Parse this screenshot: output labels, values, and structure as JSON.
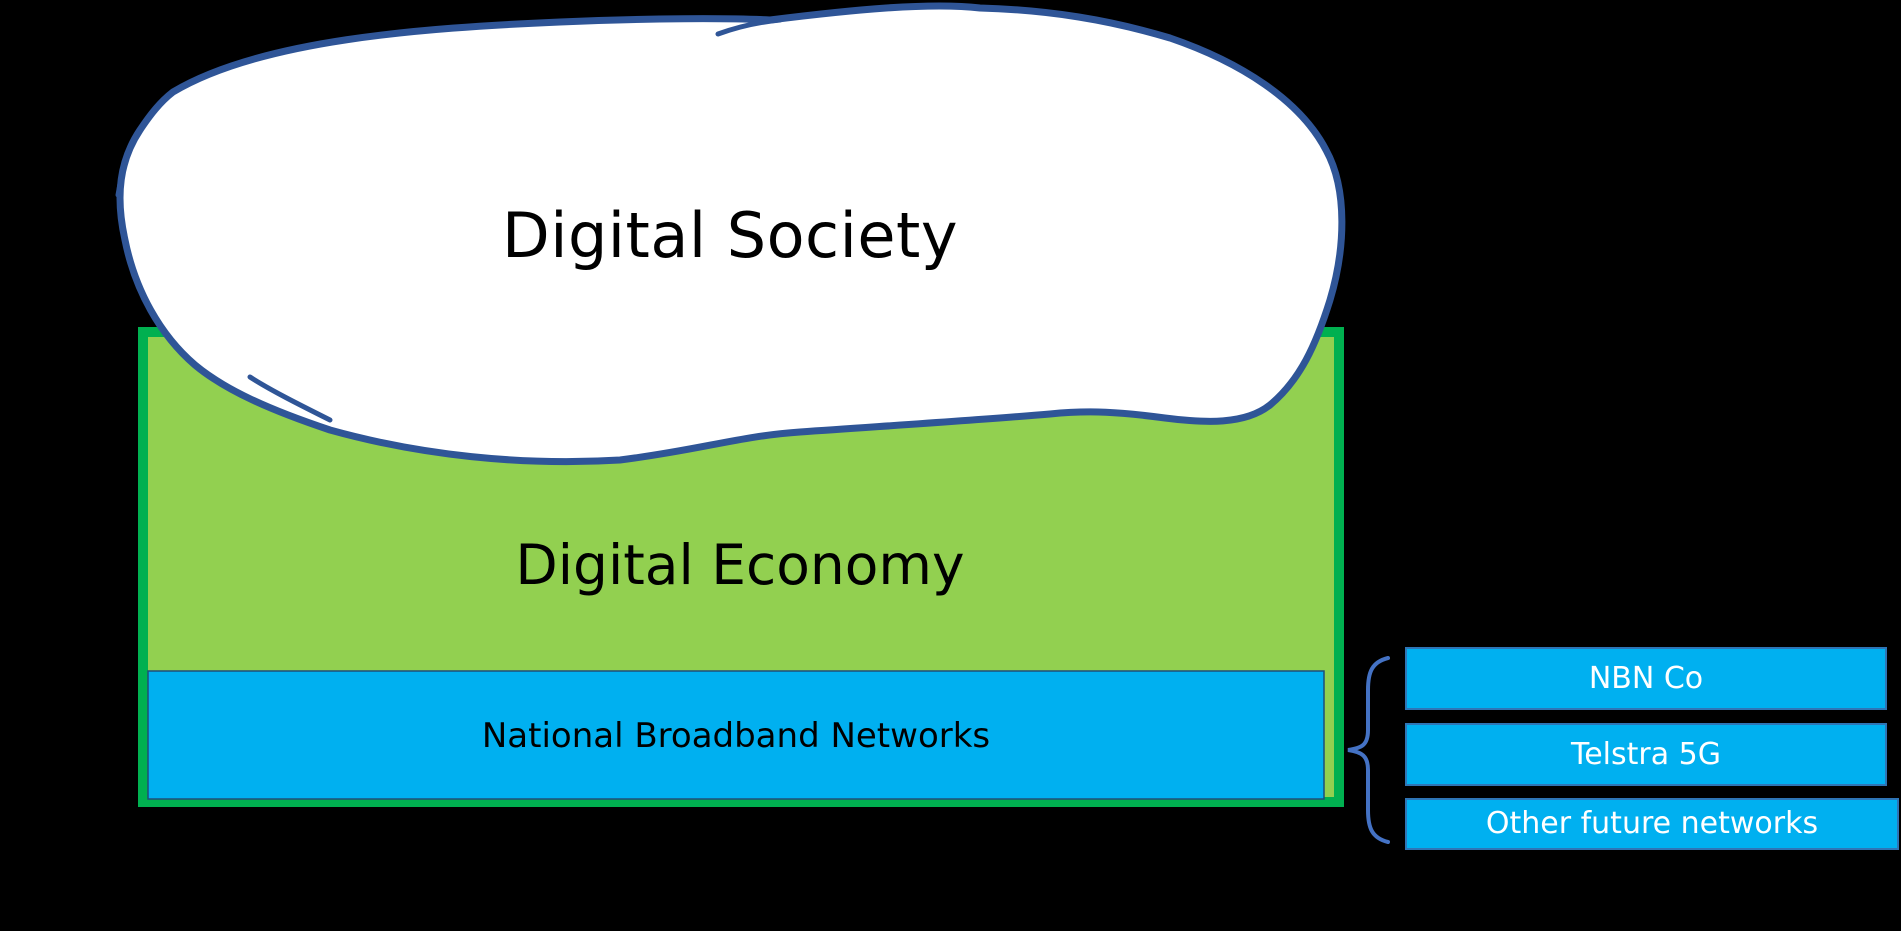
{
  "diagram": {
    "cloud": {
      "label": "Digital Society",
      "fill": "#ffffff",
      "stroke": "#2f5597"
    },
    "economy": {
      "label": "Digital Economy",
      "fill": "#92d050",
      "border": "#00b050"
    },
    "broadband": {
      "label": "National Broadband Networks",
      "fill": "#00b0f0",
      "border": "#1f4e79"
    },
    "brace": {
      "icon": "curly-brace-icon",
      "color": "#4472c4"
    },
    "networks": {
      "items": [
        {
          "label": "NBN Co"
        },
        {
          "label": "Telstra 5G"
        },
        {
          "label": "Other future networks"
        }
      ],
      "fill": "#00b0f0",
      "border": "#2e75b6",
      "text_color": "#ffffff"
    }
  }
}
